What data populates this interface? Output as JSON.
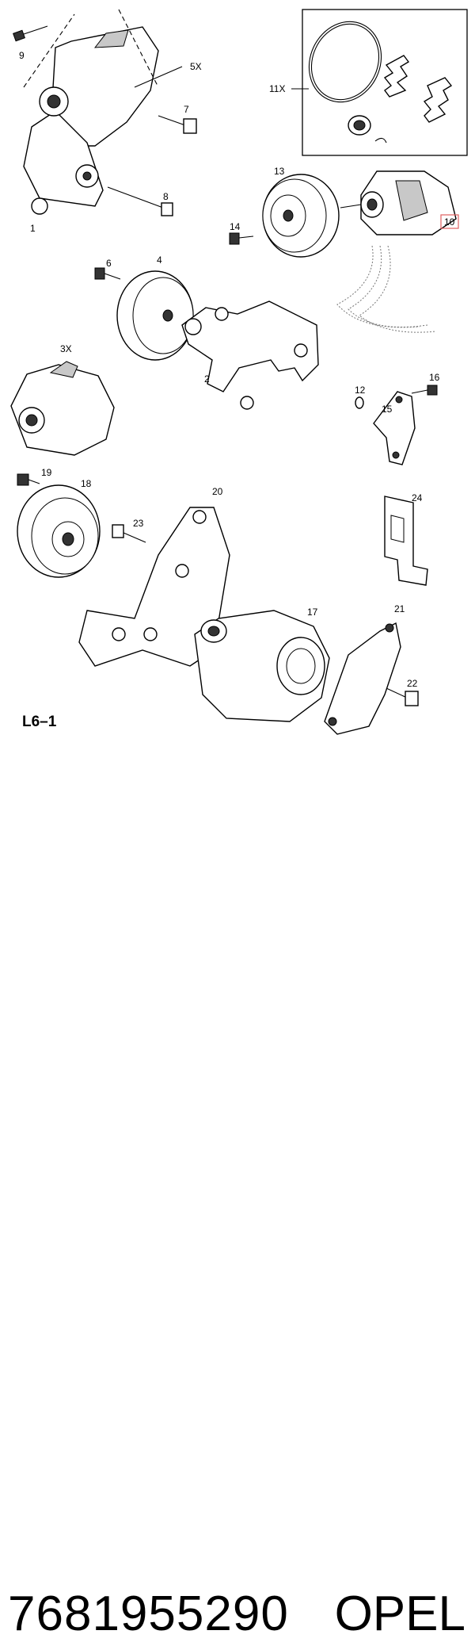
{
  "diagram": {
    "page_label": "L6–1",
    "callouts": [
      "1",
      "2",
      "3X",
      "4",
      "5X",
      "6",
      "7",
      "8",
      "9",
      "10",
      "11X",
      "12",
      "13",
      "14",
      "15",
      "16",
      "17",
      "18",
      "19",
      "20",
      "21",
      "22",
      "23",
      "24"
    ],
    "highlighted_callout": "10",
    "highlight_color": "#e06060"
  },
  "footer": {
    "part_number": "7681955290",
    "brand": "OPEL"
  }
}
